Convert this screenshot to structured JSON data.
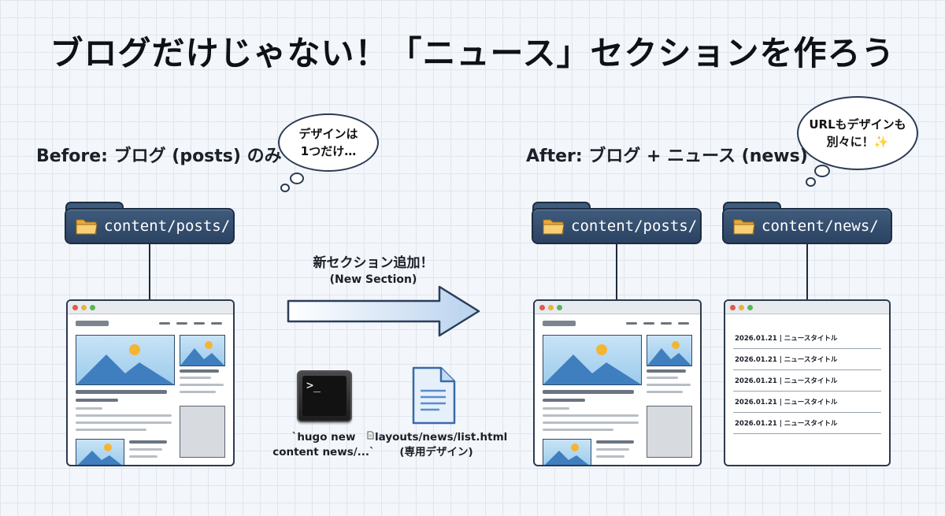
{
  "title": "ブログだけじゃない！「ニュース」セクションを作ろう",
  "before": {
    "caption": "Before: ブログ (posts) のみ",
    "bubble": [
      "デザインは",
      "1つだけ…"
    ],
    "folder": "content/posts/"
  },
  "after": {
    "caption": "After: ブログ + ニュース (news)",
    "bubble": [
      "URLもデザインも",
      "別々に！✨"
    ],
    "folder_posts": "content/posts/",
    "folder_news": "content/news/",
    "news_rows": [
      "2026.01.21 | ニュースタイトル",
      "2026.01.21 | ニュースタイトル",
      "2026.01.21 | ニュースタイトル",
      "2026.01.21 | ニュースタイトル",
      "2026.01.21 | ニュースタイトル"
    ]
  },
  "arrow": {
    "label": "新セクション追加！",
    "sublabel": "(New Section)"
  },
  "command": {
    "prompt": ">_",
    "line1": "`hugo new",
    "line2": "content news/...`"
  },
  "template_file": {
    "line1": "layouts/news/list.html",
    "line2": "(専用デザイン)"
  },
  "colors": {
    "folder": "#34506f",
    "arrow_fill": "#dce9f8",
    "sun": "#f4b434",
    "mountain": "#3f7fc0"
  },
  "icons": [
    "folder-icon",
    "terminal-icon",
    "document-icon",
    "small-document-icon"
  ]
}
